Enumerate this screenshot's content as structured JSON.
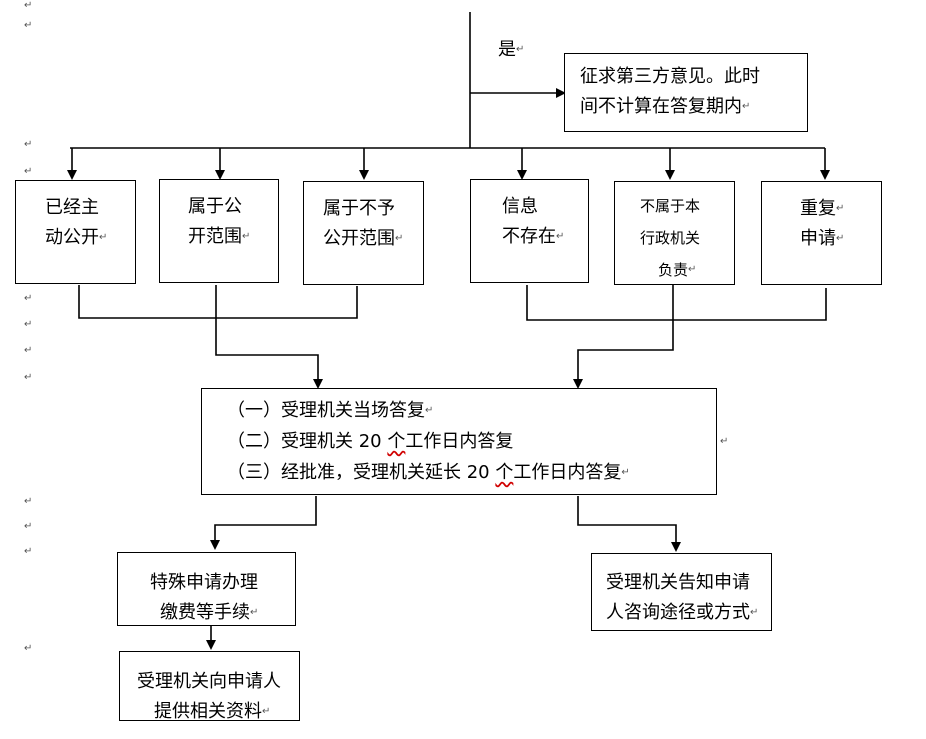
{
  "yes_label": "是",
  "third_party": {
    "line1": "征求第三方意见。此时",
    "line2": "间不计算在答复期内"
  },
  "categories": {
    "disclosed": [
      "已经主",
      "动公开"
    ],
    "public_scope": [
      "属于公",
      "开范围"
    ],
    "non_public": [
      "属于不予",
      "公开范围"
    ],
    "not_exist": [
      "信息",
      "不存在"
    ],
    "not_agency": [
      "不属于本",
      "行政机关",
      "负责"
    ],
    "repeat": [
      "重复",
      "申请"
    ]
  },
  "reply": {
    "l1": "（一）受理机关当场答复",
    "l2a": "（二）受理机关 20 ",
    "l2b": "个",
    "l2c": "工作日内答复",
    "l3a": "（三）经批准，受理机关延长 20 ",
    "l3b": "个",
    "l3c": "工作日内答复"
  },
  "special": [
    "特殊申请办理",
    "缴费等手续"
  ],
  "inform": [
    "受理机关告知申请",
    "人咨询途径或方式"
  ],
  "provide": [
    "受理机关向申请人",
    "提供相关资料"
  ],
  "para_mark": "↵"
}
